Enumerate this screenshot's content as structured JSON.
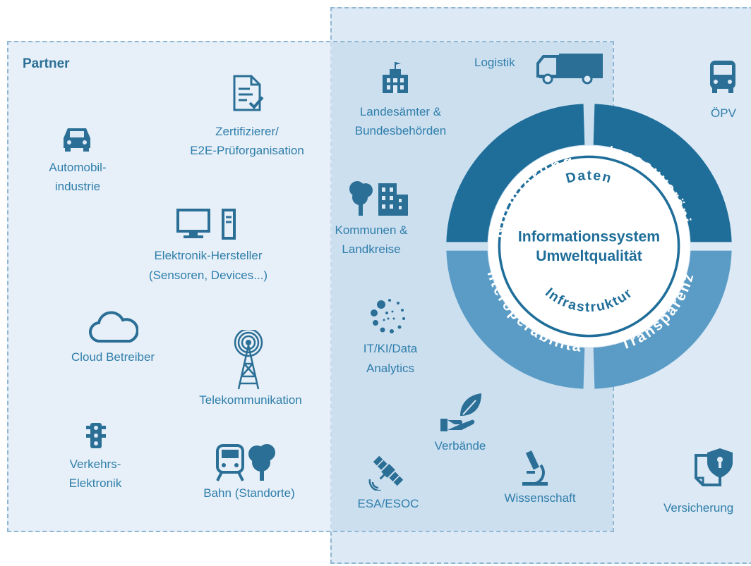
{
  "partner_title": "Partner",
  "left_items": {
    "zertifizierer": [
      "Zertifizierer/",
      "E2E-Prüforganisation"
    ],
    "automobil": [
      "Automobil-",
      "industrie"
    ],
    "elektronik": [
      "Elektronik-Hersteller",
      "(Sensoren, Devices...)"
    ],
    "cloud": "Cloud Betreiber",
    "telekom": "Telekommunikation",
    "verkehr": [
      "Verkehrs-",
      "Elektronik"
    ],
    "bahn": "Bahn (Standorte)"
  },
  "middle_items": {
    "logistik": "Logistik",
    "landesaemter": [
      "Landesämter &",
      "Bundesbehörden"
    ],
    "kommunen": [
      "Kommunen &",
      "Landkreise"
    ],
    "it": [
      "IT/KI/Data",
      "Analytics"
    ],
    "verbaende": "Verbände",
    "esa": "ESA/ESOC",
    "wissenschaft": "Wissenschaft"
  },
  "right_items": {
    "oepv": "ÖPV",
    "versicherung": "Versicherung"
  },
  "wheel": {
    "center_title": [
      "Informationssystem",
      "Umweltqualität"
    ],
    "inner_top": "Daten",
    "inner_bottom": "Infrastruktur",
    "segments": [
      "Normierung",
      "Datensouveränität",
      "Interoperabilität",
      "Transparenz"
    ]
  },
  "colors": {
    "dark_segment": "#1f6e9a",
    "light_segment": "#5b9cc6",
    "text": "#2f7eab"
  }
}
